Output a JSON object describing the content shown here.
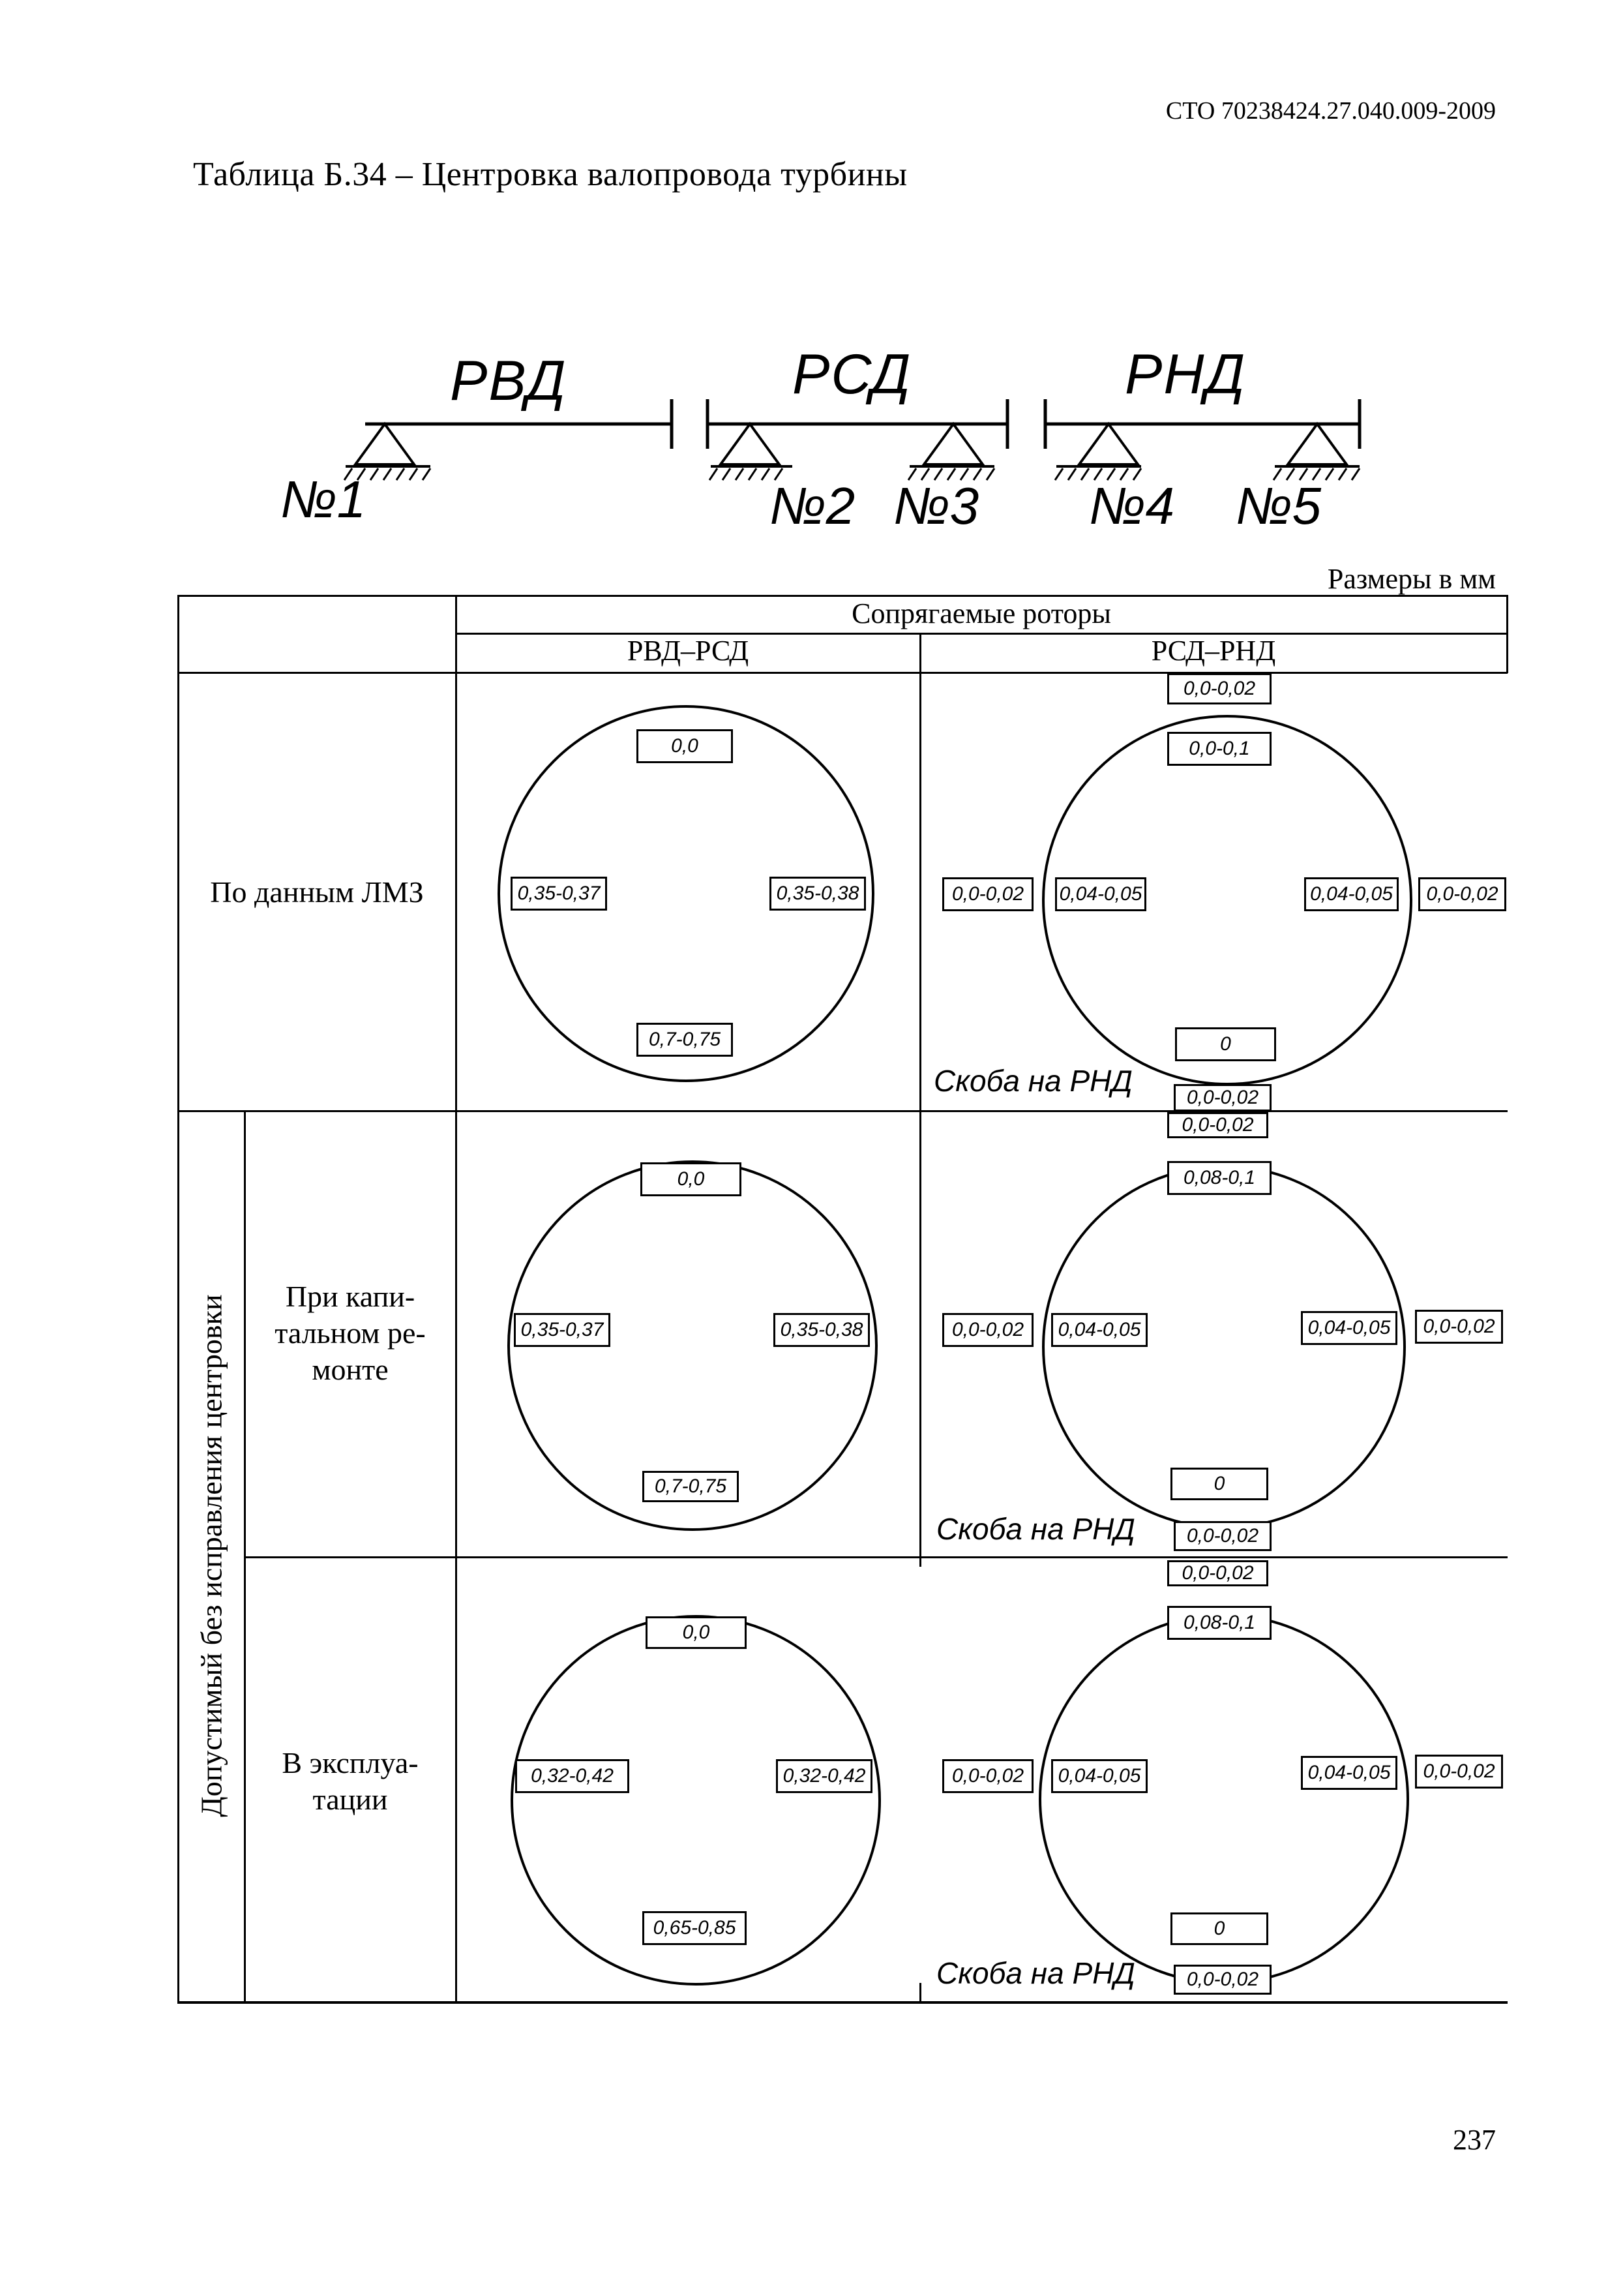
{
  "header": {
    "doc_code": "СТО 70238424.27.040.009-2009",
    "table_title": "Таблица Б.34 – Центровка валопровода турбины"
  },
  "diagram": {
    "rotors": [
      "РВД",
      "РСД",
      "РНД"
    ],
    "supports": [
      "№1",
      "№2",
      "№3",
      "№4",
      "№5"
    ]
  },
  "units_note": "Размеры в мм",
  "table": {
    "header_main": "Сопрягаемые роторы",
    "col1": "РВД–РСД",
    "col2": "РСД–РНД",
    "group_label": "Допустимый без исправления центровки",
    "rows": [
      {
        "label": "По данным ЛМЗ",
        "left": {
          "top": "0,0",
          "left": "0,35-0,37",
          "right": "0,35-0,38",
          "bottom": "0,7-0,75"
        },
        "right": {
          "outer_top": "0,0-0,02",
          "top": "0,0-0,1",
          "outer_left": "0,0-0,02",
          "left": "0,04-0,05",
          "right": "0,04-0,05",
          "outer_right": "0,0-0,02",
          "bottom": "0",
          "outer_bottom": "0,0-0,02",
          "skoba": "Скоба на РНД"
        }
      },
      {
        "label": "При капи-\nтальном ре-\nмонте",
        "left": {
          "top": "0,0",
          "left": "0,35-0,37",
          "right": "0,35-0,38",
          "bottom": "0,7-0,75"
        },
        "right": {
          "outer_top": "0,0-0,02",
          "top": "0,08-0,1",
          "outer_left": "0,0-0,02",
          "left": "0,04-0,05",
          "right": "0,04-0,05",
          "outer_right": "0,0-0,02",
          "bottom": "0",
          "outer_bottom": "0,0-0,02",
          "skoba": "Скоба на РНД"
        }
      },
      {
        "label": "В эксплуа-\nтации",
        "left": {
          "top": "0,0",
          "left": "0,32-0,42",
          "right": "0,32-0,42",
          "bottom": "0,65-0,85"
        },
        "right": {
          "outer_top": "0,0-0,02",
          "top": "0,08-0,1",
          "outer_left": "0,0-0,02",
          "left": "0,04-0,05",
          "right": "0,04-0,05",
          "outer_right": "0,0-0,02",
          "bottom": "0",
          "outer_bottom": "0,0-0,02",
          "skoba": "Скоба на РНД"
        }
      }
    ]
  },
  "page_number": "237"
}
